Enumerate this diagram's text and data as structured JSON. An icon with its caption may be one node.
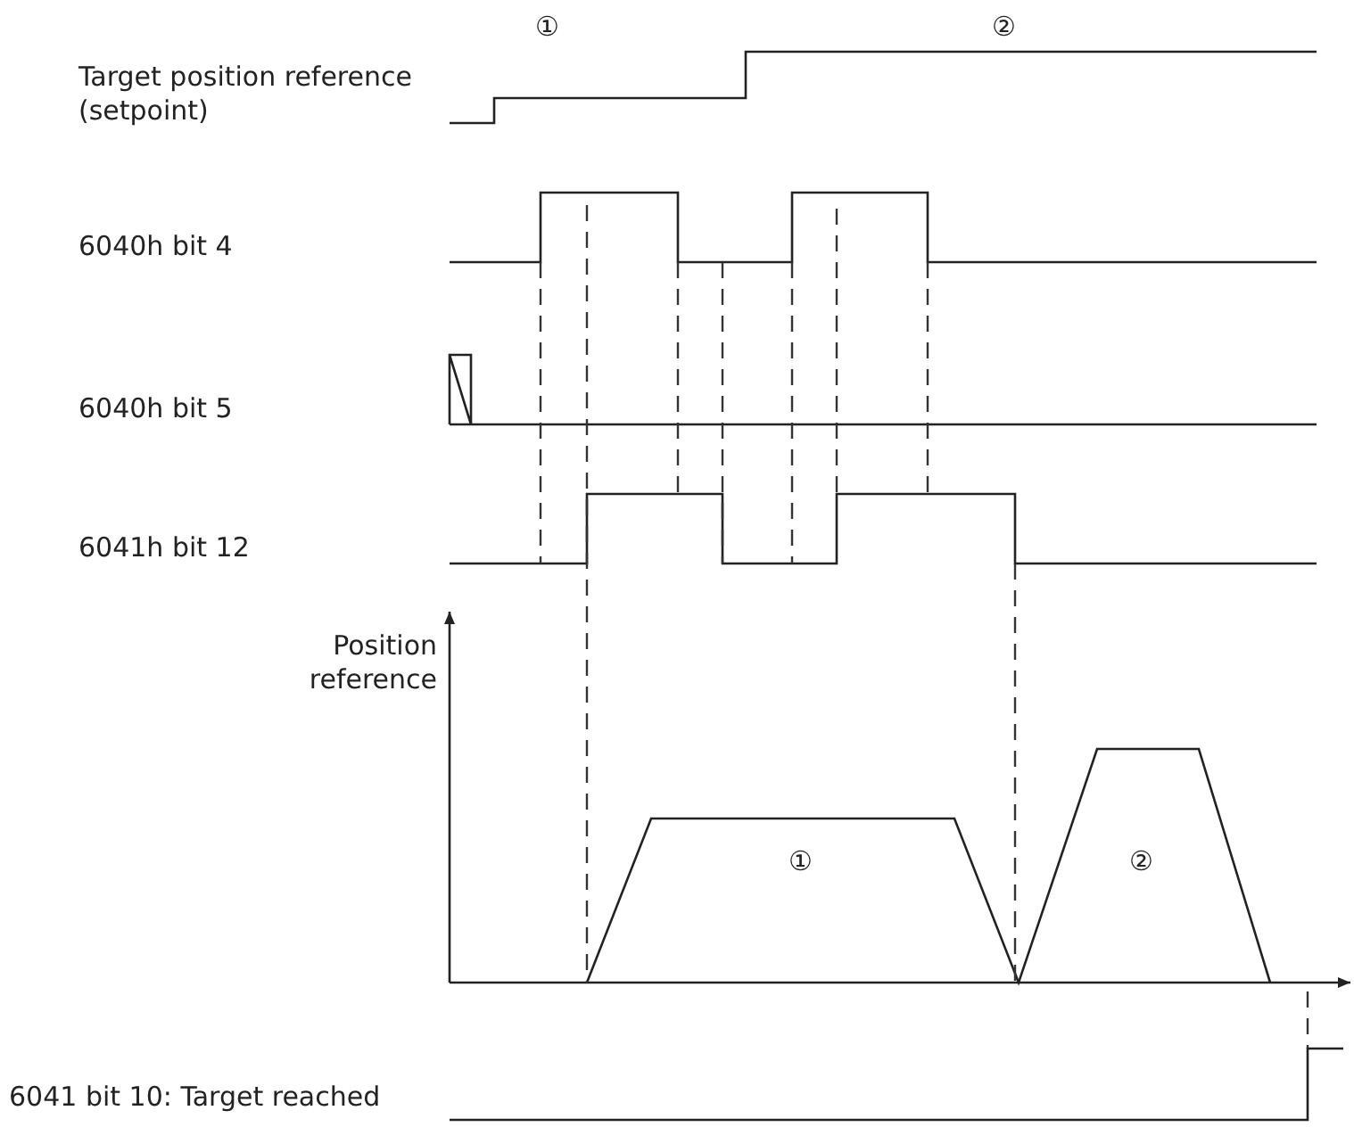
{
  "diagram": {
    "labels": [
      "①",
      "②",
      "Target position reference (setpoint)",
      "6040h bit 4",
      "6040h bit 5",
      "6041h bit 12",
      "Position reference",
      "①",
      "②",
      "6041 bit 10: Target reached"
    ]
  }
}
